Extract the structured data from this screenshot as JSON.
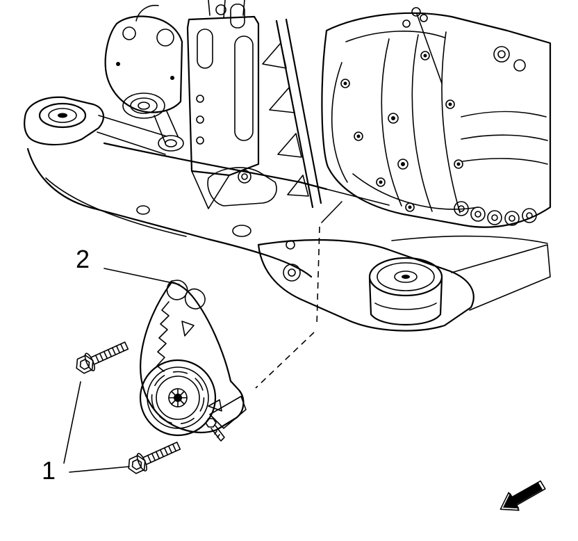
{
  "figure": {
    "background_color": "#ffffff",
    "line_color": "#000000",
    "callouts": [
      {
        "label": "1"
      },
      {
        "label": "2"
      }
    ],
    "icons": [
      {
        "name": "view-direction-arrow-icon",
        "shape": "solid black arrow pointing to lower-left"
      }
    ]
  }
}
